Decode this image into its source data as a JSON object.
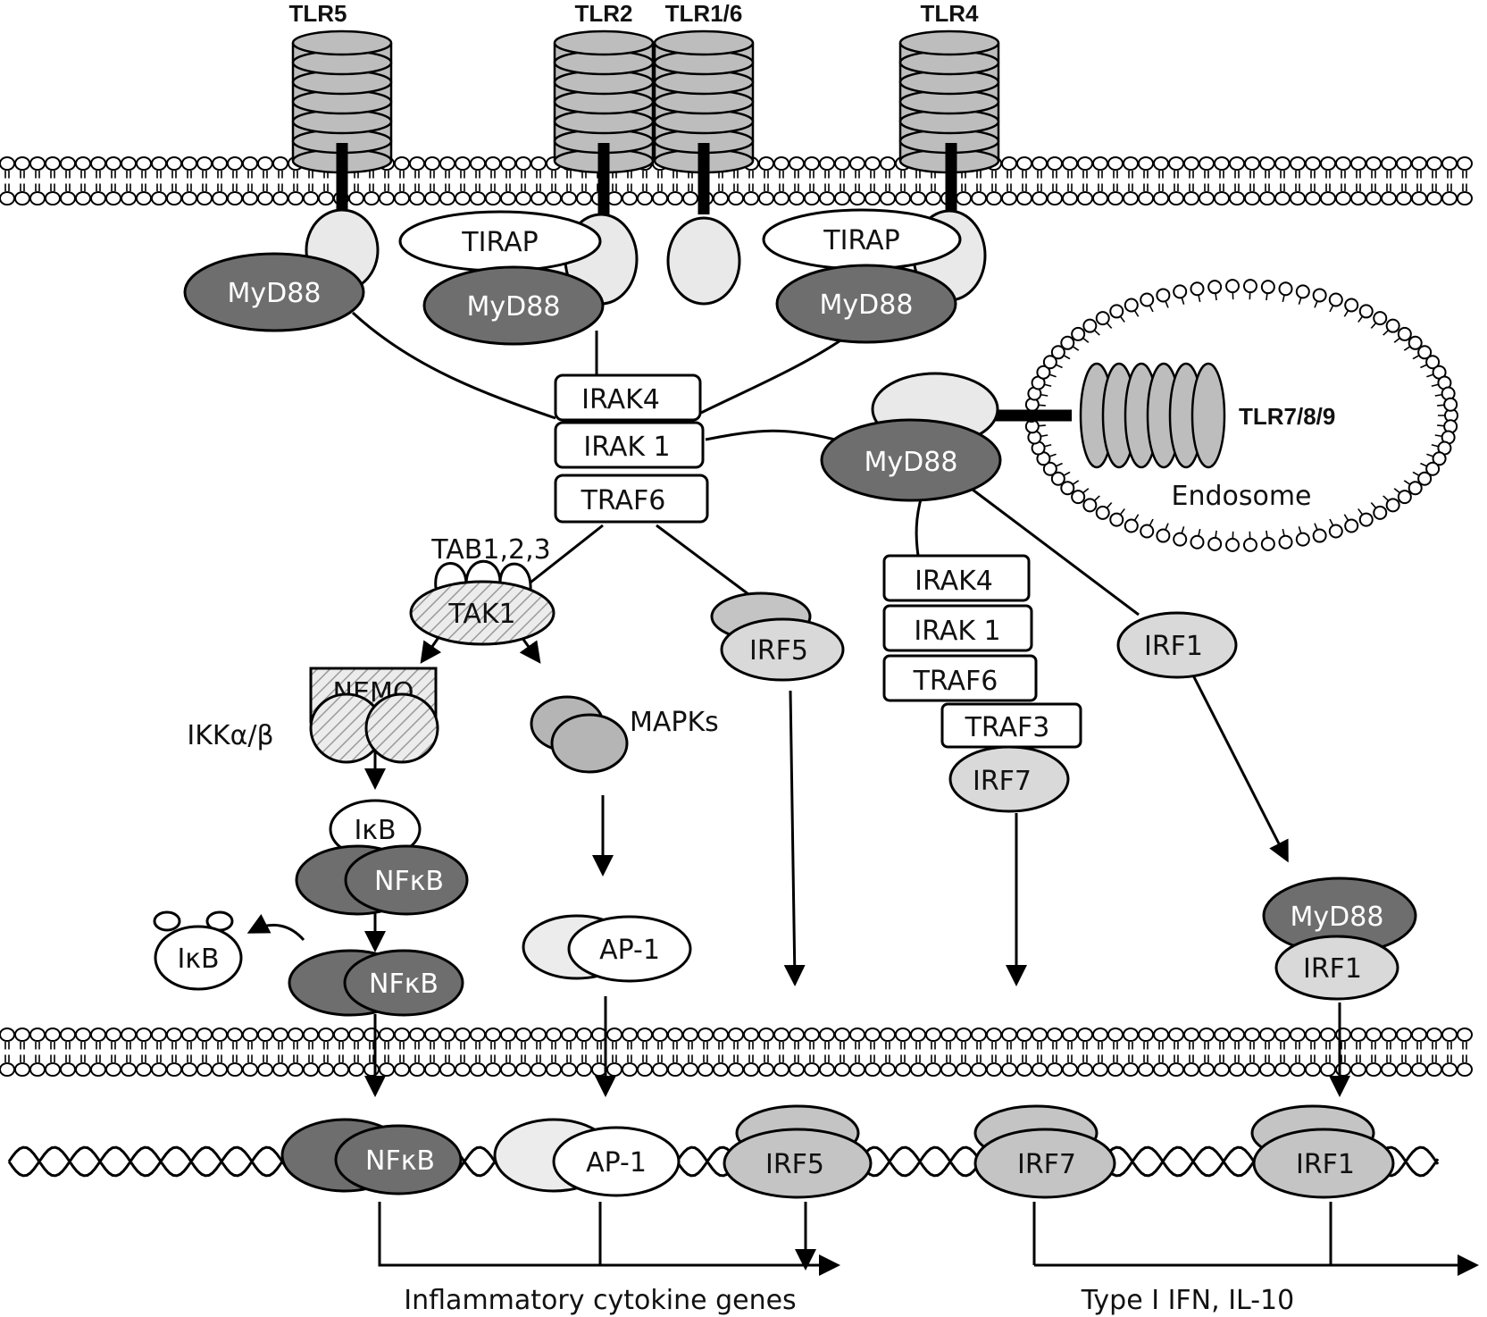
{
  "receptors": {
    "tlr5": "TLR5",
    "tlr2": "TLR2",
    "tlr16": "TLR1/6",
    "tlr4": "TLR4",
    "tlr789": "TLR7/8/9"
  },
  "adaptors": {
    "tirap": "TIRAP",
    "myd88": "MyD88"
  },
  "kinases": {
    "irak4": "IRAK4",
    "irak1": "IRAK 1",
    "traf6": "TRAF6",
    "traf3": "TRAF3",
    "tab": "TAB1,2,3",
    "tak1": "TAK1",
    "nemo": "NEMO",
    "ikk": "IKKα/β",
    "mapks": "MAPKs"
  },
  "factors": {
    "ikb": "IκB",
    "nfkb": "NFκB",
    "ap1": "AP-1",
    "irf5": "IRF5",
    "irf7": "IRF7",
    "irf1": "IRF1"
  },
  "compartments": {
    "endosome": "Endosome"
  },
  "outputs": {
    "inflammatory": "Inflammatory cytokine genes",
    "type1": "Type I IFN, IL-10"
  }
}
